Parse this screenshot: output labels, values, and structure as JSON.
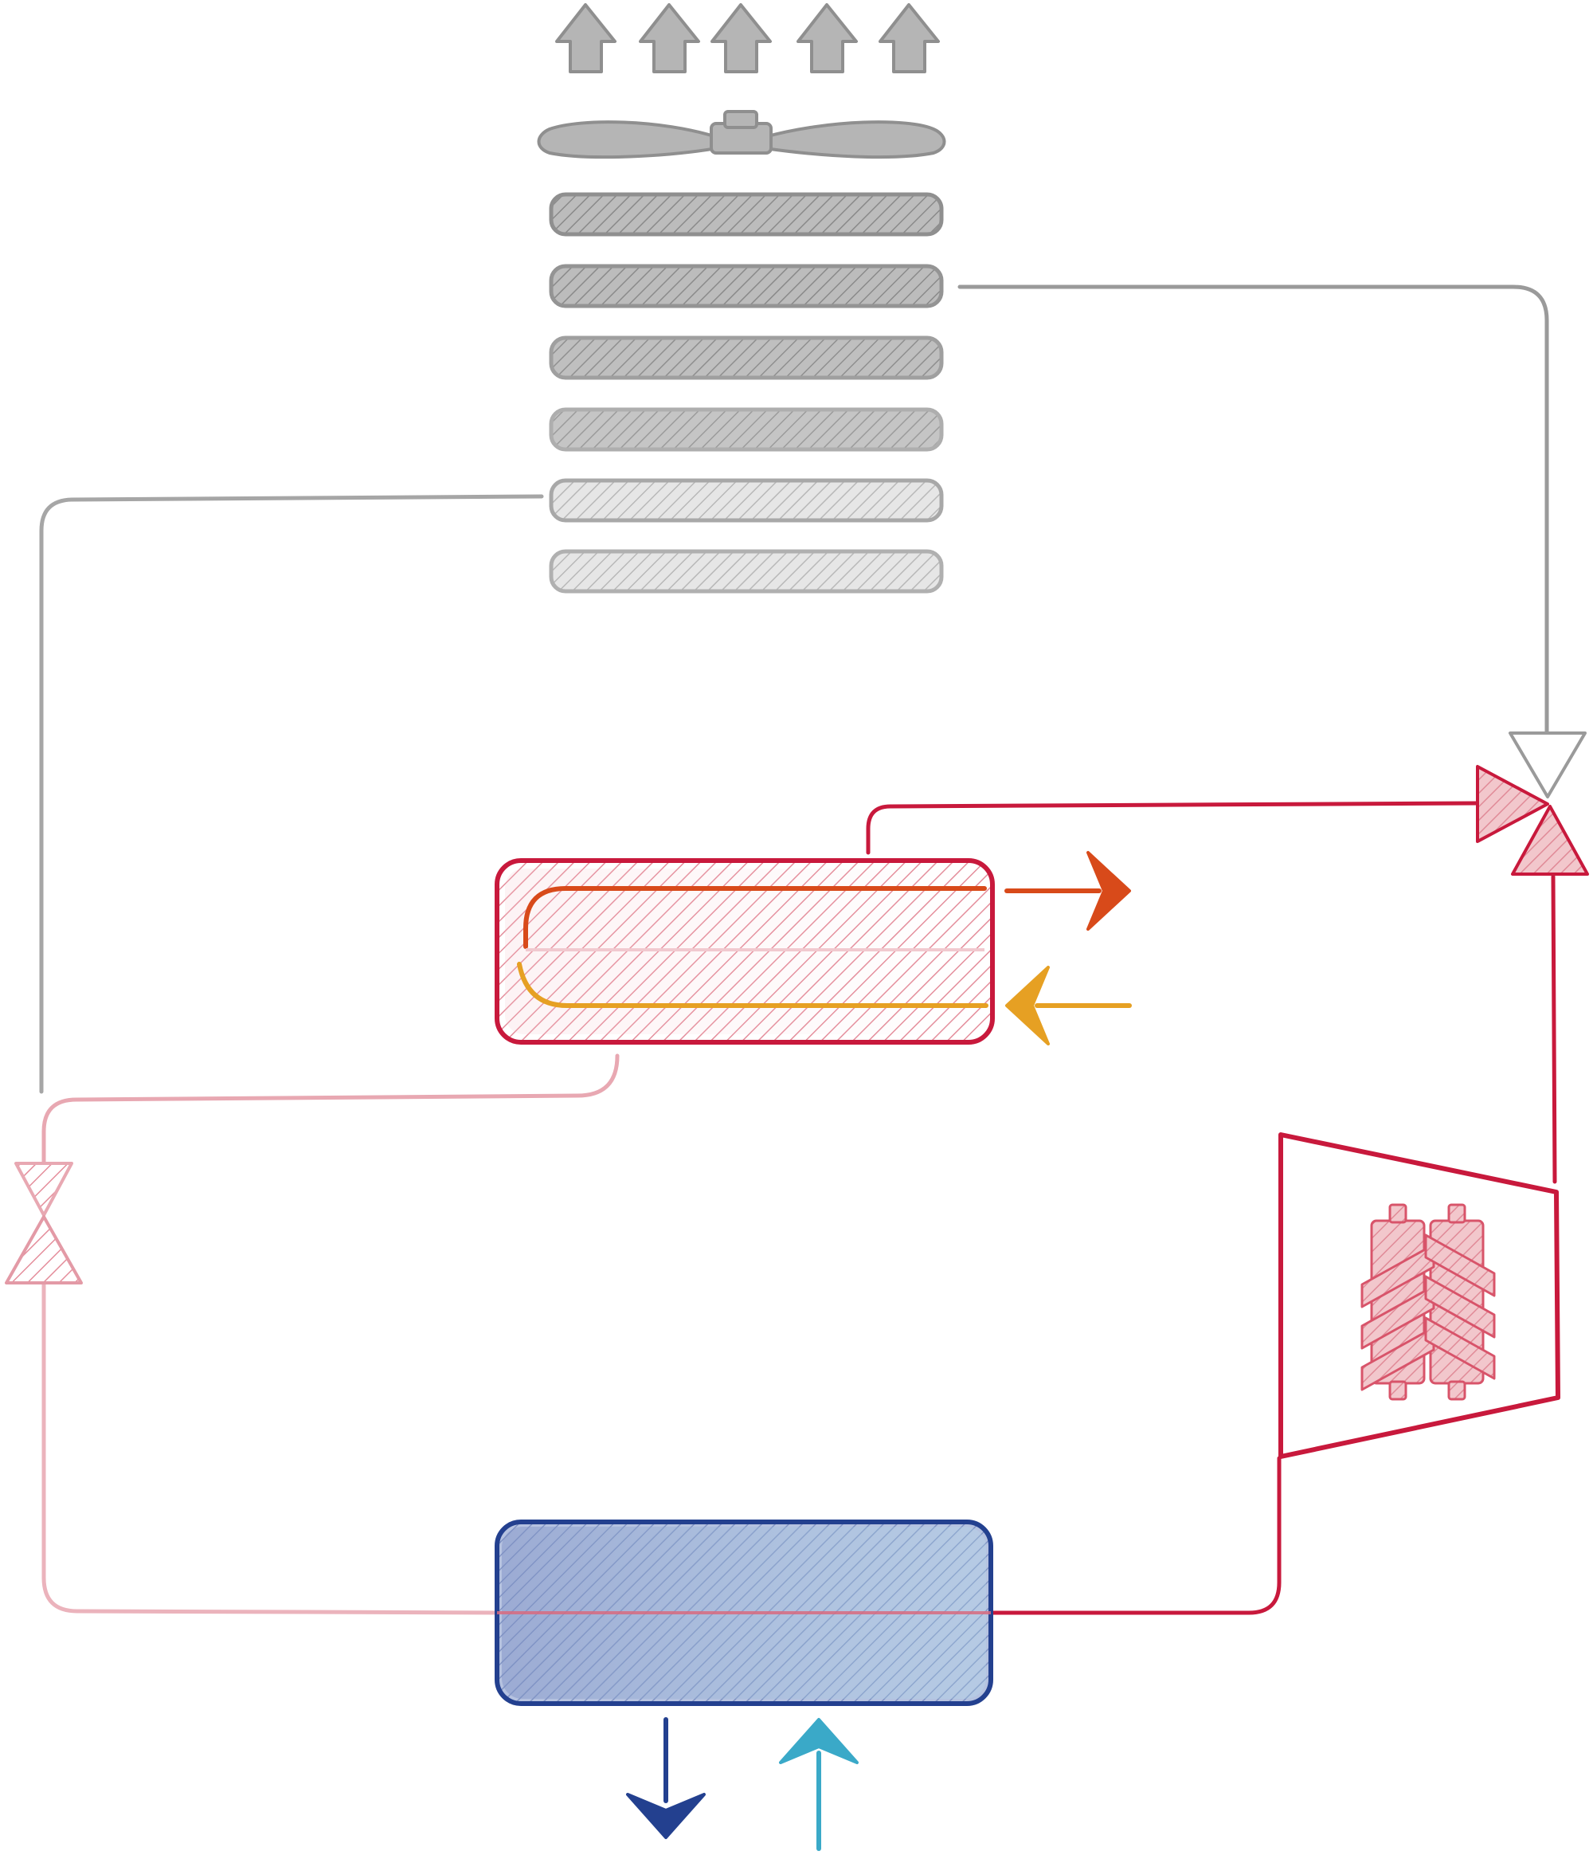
{
  "diagram": {
    "colors": {
      "background": "#ffffff",
      "air_side_grey": "#8f8f8f",
      "air_side_light": "#bdbdbd",
      "refrigerant_red": "#c8193c",
      "refrigerant_pale": "#e8a8b2",
      "heat_out_orange": "#d84a1a",
      "heat_in_yellow": "#e6a023",
      "chilled_navy": "#23408f",
      "chilled_cyan": "#3aa9c8",
      "evaporator_fill": "#a9b6d8"
    },
    "components": [
      {
        "id": "fan",
        "icon": "propeller-fan-icon",
        "count": 1
      },
      {
        "id": "exhaust_air",
        "icon": "up-arrow-icon",
        "count": 5
      },
      {
        "id": "air_cooled_condenser_coils",
        "icon": "hatched-coil-icon",
        "count": 6
      },
      {
        "id": "heat_recovery_exchanger",
        "icon": "hatched-heat-exchanger-icon",
        "count": 1
      },
      {
        "id": "hot_water_out",
        "icon": "right-arrow-icon",
        "count": 1
      },
      {
        "id": "hot_water_return",
        "icon": "left-arrow-icon",
        "count": 1
      },
      {
        "id": "three_way_valve",
        "icon": "three-way-valve-icon",
        "count": 1
      },
      {
        "id": "screw_compressor",
        "icon": "screw-compressor-icon",
        "count": 1
      },
      {
        "id": "expansion_valve",
        "icon": "two-way-valve-icon",
        "count": 1
      },
      {
        "id": "evaporator",
        "icon": "hatched-heat-exchanger-icon",
        "count": 1
      },
      {
        "id": "chilled_water_out",
        "icon": "down-arrow-icon",
        "count": 1
      },
      {
        "id": "chilled_water_return",
        "icon": "up-arrow-icon",
        "count": 1
      }
    ]
  }
}
